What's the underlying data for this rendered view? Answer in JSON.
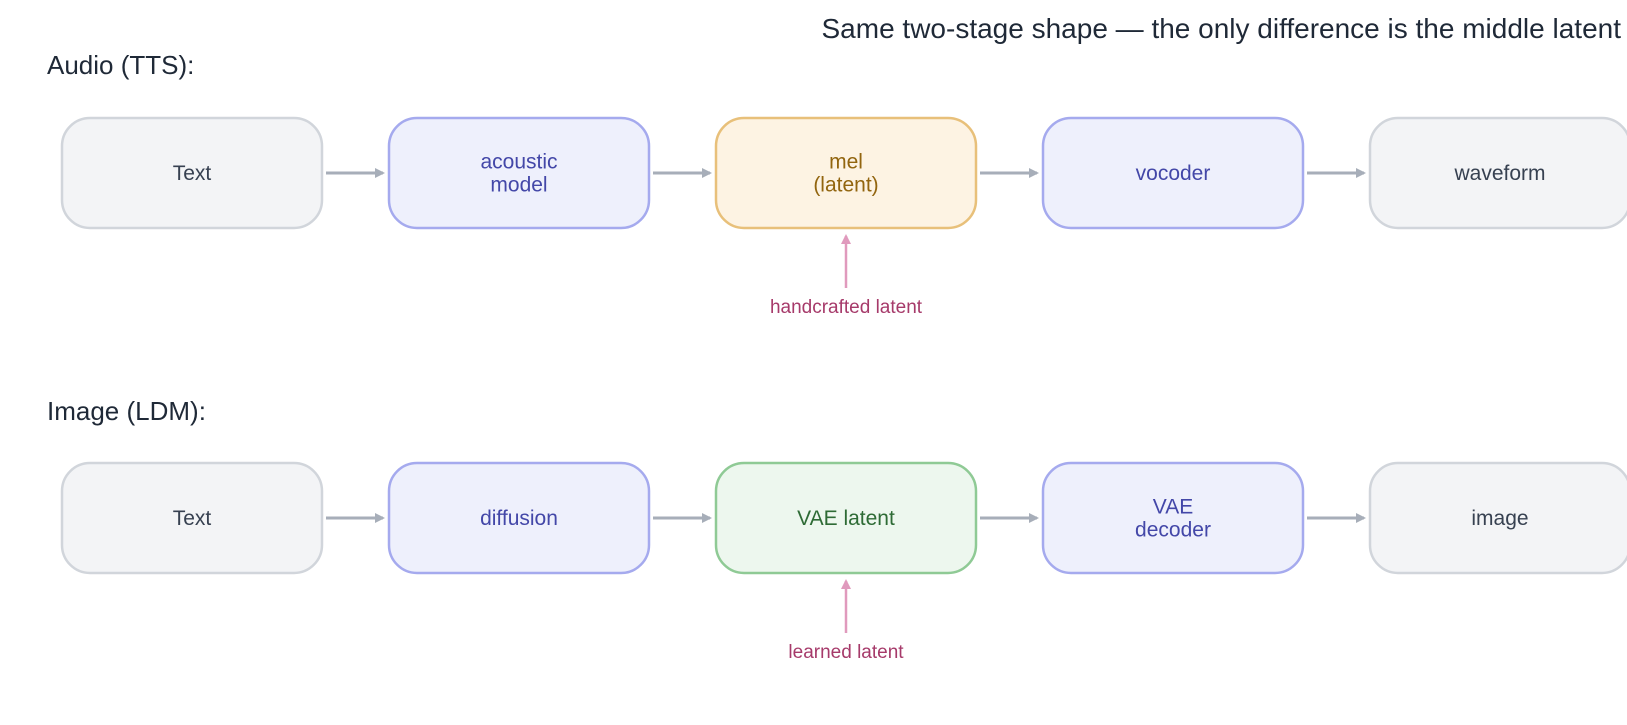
{
  "caption": "Same two-stage shape — the only difference is the middle latent",
  "rows": [
    {
      "label": "Audio (TTS):",
      "nodes": [
        {
          "lines": [
            "Text"
          ],
          "kind": "io"
        },
        {
          "lines": [
            "acoustic",
            "model"
          ],
          "kind": "model"
        },
        {
          "lines": [
            "mel",
            "(latent)"
          ],
          "kind": "latent-handcrafted"
        },
        {
          "lines": [
            "vocoder"
          ],
          "kind": "model"
        },
        {
          "lines": [
            "waveform"
          ],
          "kind": "io"
        }
      ],
      "note": "handcrafted latent"
    },
    {
      "label": "Image (LDM):",
      "nodes": [
        {
          "lines": [
            "Text"
          ],
          "kind": "io"
        },
        {
          "lines": [
            "diffusion"
          ],
          "kind": "model"
        },
        {
          "lines": [
            "VAE latent"
          ],
          "kind": "latent-learned"
        },
        {
          "lines": [
            "VAE",
            "decoder"
          ],
          "kind": "model"
        },
        {
          "lines": [
            "image"
          ],
          "kind": "io"
        }
      ],
      "note": "learned latent"
    }
  ],
  "colors": {
    "io": {
      "fill": "#f3f4f6",
      "stroke": "#d1d5db",
      "text": "#374151"
    },
    "model": {
      "fill": "#eef0fc",
      "stroke": "#a5aaee",
      "text": "#4347a8"
    },
    "latent-handcrafted": {
      "fill": "#fdf3e3",
      "stroke": "#e8c07a",
      "text": "#92650f"
    },
    "latent-learned": {
      "fill": "#edf7ee",
      "stroke": "#8fca95",
      "text": "#2e6b35"
    },
    "arrow": "#a7aeb9",
    "note_arrow": "#e09abd"
  }
}
